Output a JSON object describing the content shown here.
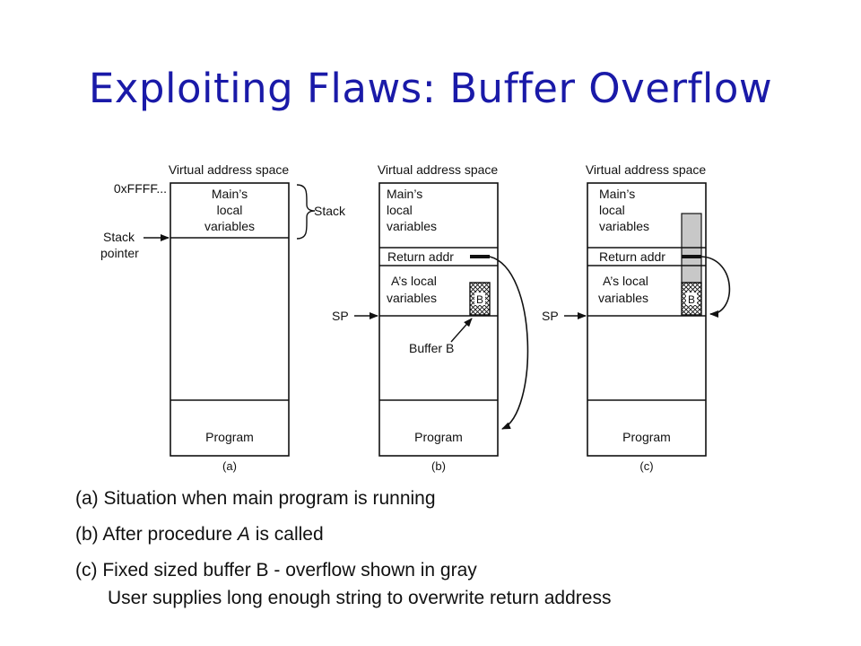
{
  "title": "Exploiting Flaws: Buffer Overflow",
  "panels": [
    {
      "id": "a",
      "header": "Virtual address space",
      "top_label": "0xFFFF...",
      "main_vars": [
        "Main’s",
        "local",
        "variables"
      ],
      "brace_label": "Stack",
      "stack_pointer_label": [
        "Stack",
        "pointer"
      ],
      "program_label": "Program",
      "caption": "(a)"
    },
    {
      "id": "b",
      "header": "Virtual address space",
      "main_vars": [
        "Main’s",
        "local",
        "variables"
      ],
      "return_addr": "Return addr",
      "a_vars": [
        "A’s local",
        "variables"
      ],
      "buffer_mark": "B",
      "sp_label": "SP",
      "buffer_label": "Buffer B",
      "program_label": "Program",
      "caption": "(b)"
    },
    {
      "id": "c",
      "header": "Virtual address space",
      "main_vars": [
        "Main’s",
        "local",
        "variables"
      ],
      "return_addr": "Return addr",
      "a_vars": [
        "A’s local",
        "variables"
      ],
      "buffer_mark": "B",
      "sp_label": "SP",
      "program_label": "Program",
      "caption": "(c)",
      "overflow_color": "#c8c8c8"
    }
  ],
  "captions": {
    "a": "(a) Situation when main program is running",
    "b_prefix": "(b) After procedure ",
    "b_name": "A",
    "b_suffix": " is called",
    "c": "(c) Fixed sized buffer B - overflow shown in gray",
    "c2": "User supplies long enough string to overwrite return address"
  }
}
